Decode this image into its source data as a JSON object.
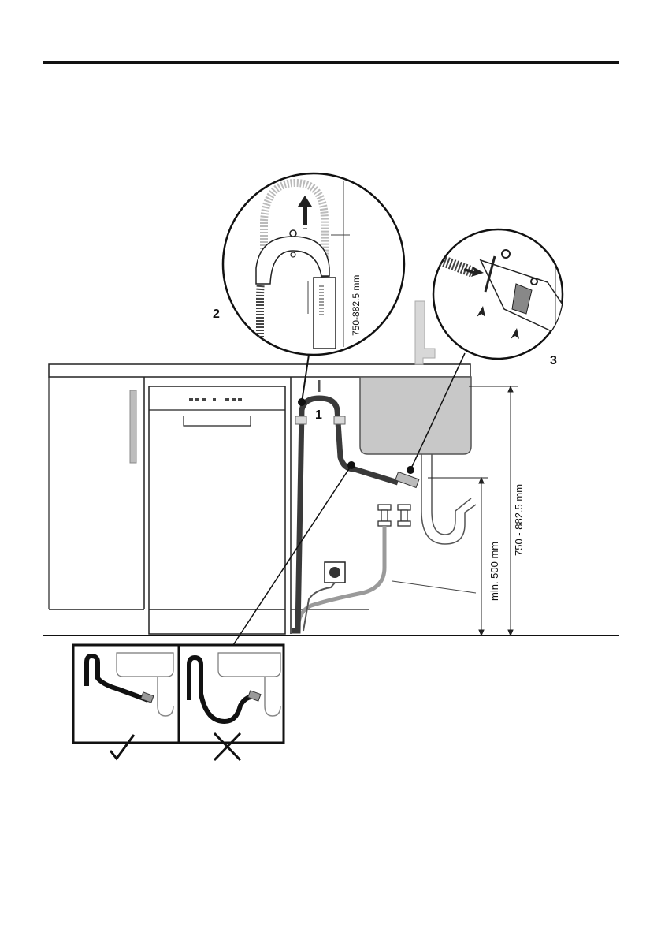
{
  "callouts": {
    "one": "1",
    "two": "2",
    "three": "3"
  },
  "dimensions": {
    "detail_height": "750-882.5 mm",
    "min_height": "min. 500 mm",
    "total_height": "750 - 882.5 mm"
  },
  "colors": {
    "drain_hose": "#3a3a3a",
    "inlet_hose": "#9a9a9a",
    "sink": "#c8c8c8",
    "outline": "#1a1a1a"
  },
  "icons": {
    "correct": "check-mark-icon",
    "incorrect": "cross-mark-icon"
  }
}
